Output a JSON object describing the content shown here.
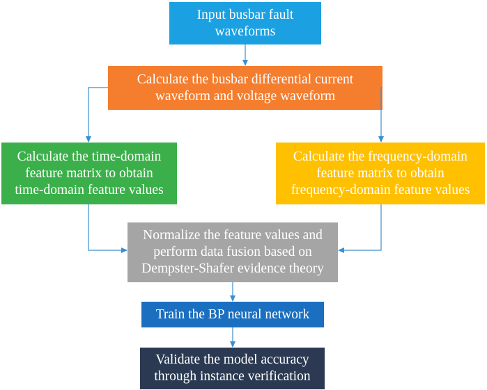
{
  "flowchart": {
    "input": {
      "text": "Input busbar fault\nwaveforms",
      "color": "#1ba1e2"
    },
    "calc_differential": {
      "text": "Calculate the busbar differential current\nwaveform and voltage waveform",
      "color": "#f47d2e"
    },
    "time_domain": {
      "text": "Calculate the time-domain\nfeature matrix to obtain\ntime-domain feature values",
      "color": "#3bb04a"
    },
    "frequency_domain": {
      "text": "Calculate the frequency-domain\nfeature matrix to obtain\nfrequency-domain feature values",
      "color": "#ffc000"
    },
    "normalize": {
      "text": "Normalize the feature values and\nperform data fusion based on\nDempster-Shafer evidence theory",
      "color": "#a5a5a5"
    },
    "train": {
      "text": "Train the BP neural network",
      "color": "#1a6fc0"
    },
    "validate": {
      "text": "Validate the model accuracy\nthrough instance verification",
      "color": "#2b3a52"
    },
    "arrow_color": "#3a8fd0"
  }
}
